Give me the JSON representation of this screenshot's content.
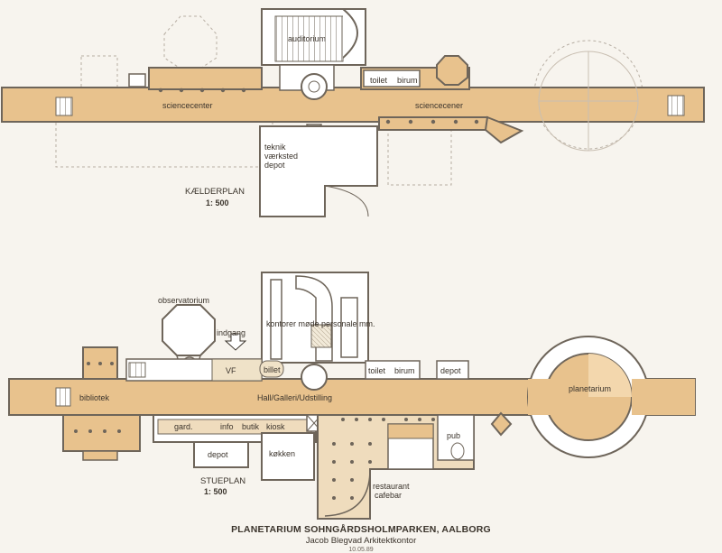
{
  "colors": {
    "floor": "#e8c28d",
    "wall": "#6e655a",
    "paper": "#f7f4ee",
    "line": "#3b342c"
  },
  "basement": {
    "plan_label": "KÆLDERPLAN",
    "scale": "1: 500",
    "rooms": {
      "auditorium": "auditorium",
      "toilet": "toilet",
      "birum": "birum",
      "sciencecenter_left": "sciencecenter",
      "sciencecenter_right": "sciencecener",
      "teknik": "teknik",
      "vaerksted": "værksted",
      "depot": "depot"
    }
  },
  "ground": {
    "plan_label": "STUEPLAN",
    "scale": "1: 500",
    "rooms": {
      "observatorium": "observatorium",
      "indgang": "indgang",
      "kontorer": "kontorer møde personale mm.",
      "vf": "VF",
      "billet": "billet",
      "toilet": "toilet",
      "birum": "birum",
      "depot_right": "depot",
      "bibliotek": "bibliotek",
      "hall": "Hall/Galleri/Udstilling",
      "planetarium": "planetarium",
      "gard": "gard.",
      "info": "info",
      "butik": "butik",
      "kiosk": "kiosk",
      "depot_lower": "depot",
      "kokken": "køkken",
      "pub": "pub",
      "restaurant": "restaurant",
      "cafebar": "cafebar"
    }
  },
  "footer": {
    "title": "PLANETARIUM SOHNGÅRDSHOLMPARKEN, AALBORG",
    "architect": "Jacob Blegvad Arkitektkontor",
    "date": "10.05.89"
  }
}
